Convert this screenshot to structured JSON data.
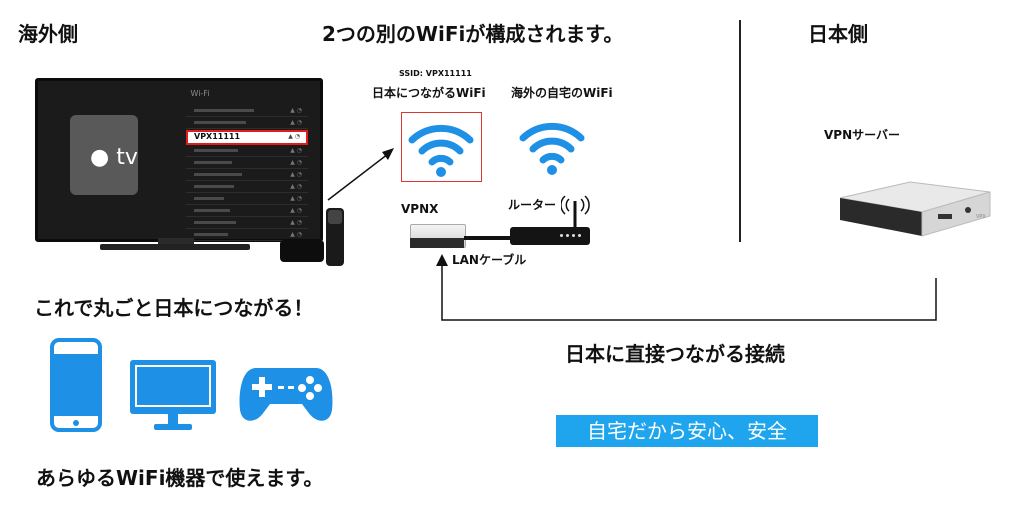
{
  "headings": {
    "overseas_side": "海外側",
    "main_title": "2つの別のWiFiが構成されます。",
    "japan_side": "日本側"
  },
  "tv": {
    "wifi_title": "Wi-Fi",
    "selected_network": "VPX11111",
    "logo_text": "tv"
  },
  "left_wifi": {
    "ssid_label": "SSID: VPX11111",
    "caption": "日本につながるWiFi"
  },
  "right_wifi": {
    "caption": "海外の自宅のWiFi"
  },
  "devices": {
    "vpnx_label": "VPNX",
    "router_label": "ルーター",
    "cable_label": "LANケーブル",
    "server_label": "VPNサーバー"
  },
  "slogan": "これで丸ごと日本につながる！",
  "devices_caption": "あらゆるWiFi機器で使えます。",
  "connection_caption": "日本に直接つながる接続",
  "safety_badge": "自宅だから安心、安全",
  "colors": {
    "wifi_blue": "#1e90e6",
    "badge_blue": "#1ea5ee",
    "highlight_red": "#e21b1b"
  },
  "icons": [
    "phone-icon",
    "monitor-icon",
    "gamepad-icon",
    "wifi-icon",
    "router-icon",
    "server-icon"
  ]
}
